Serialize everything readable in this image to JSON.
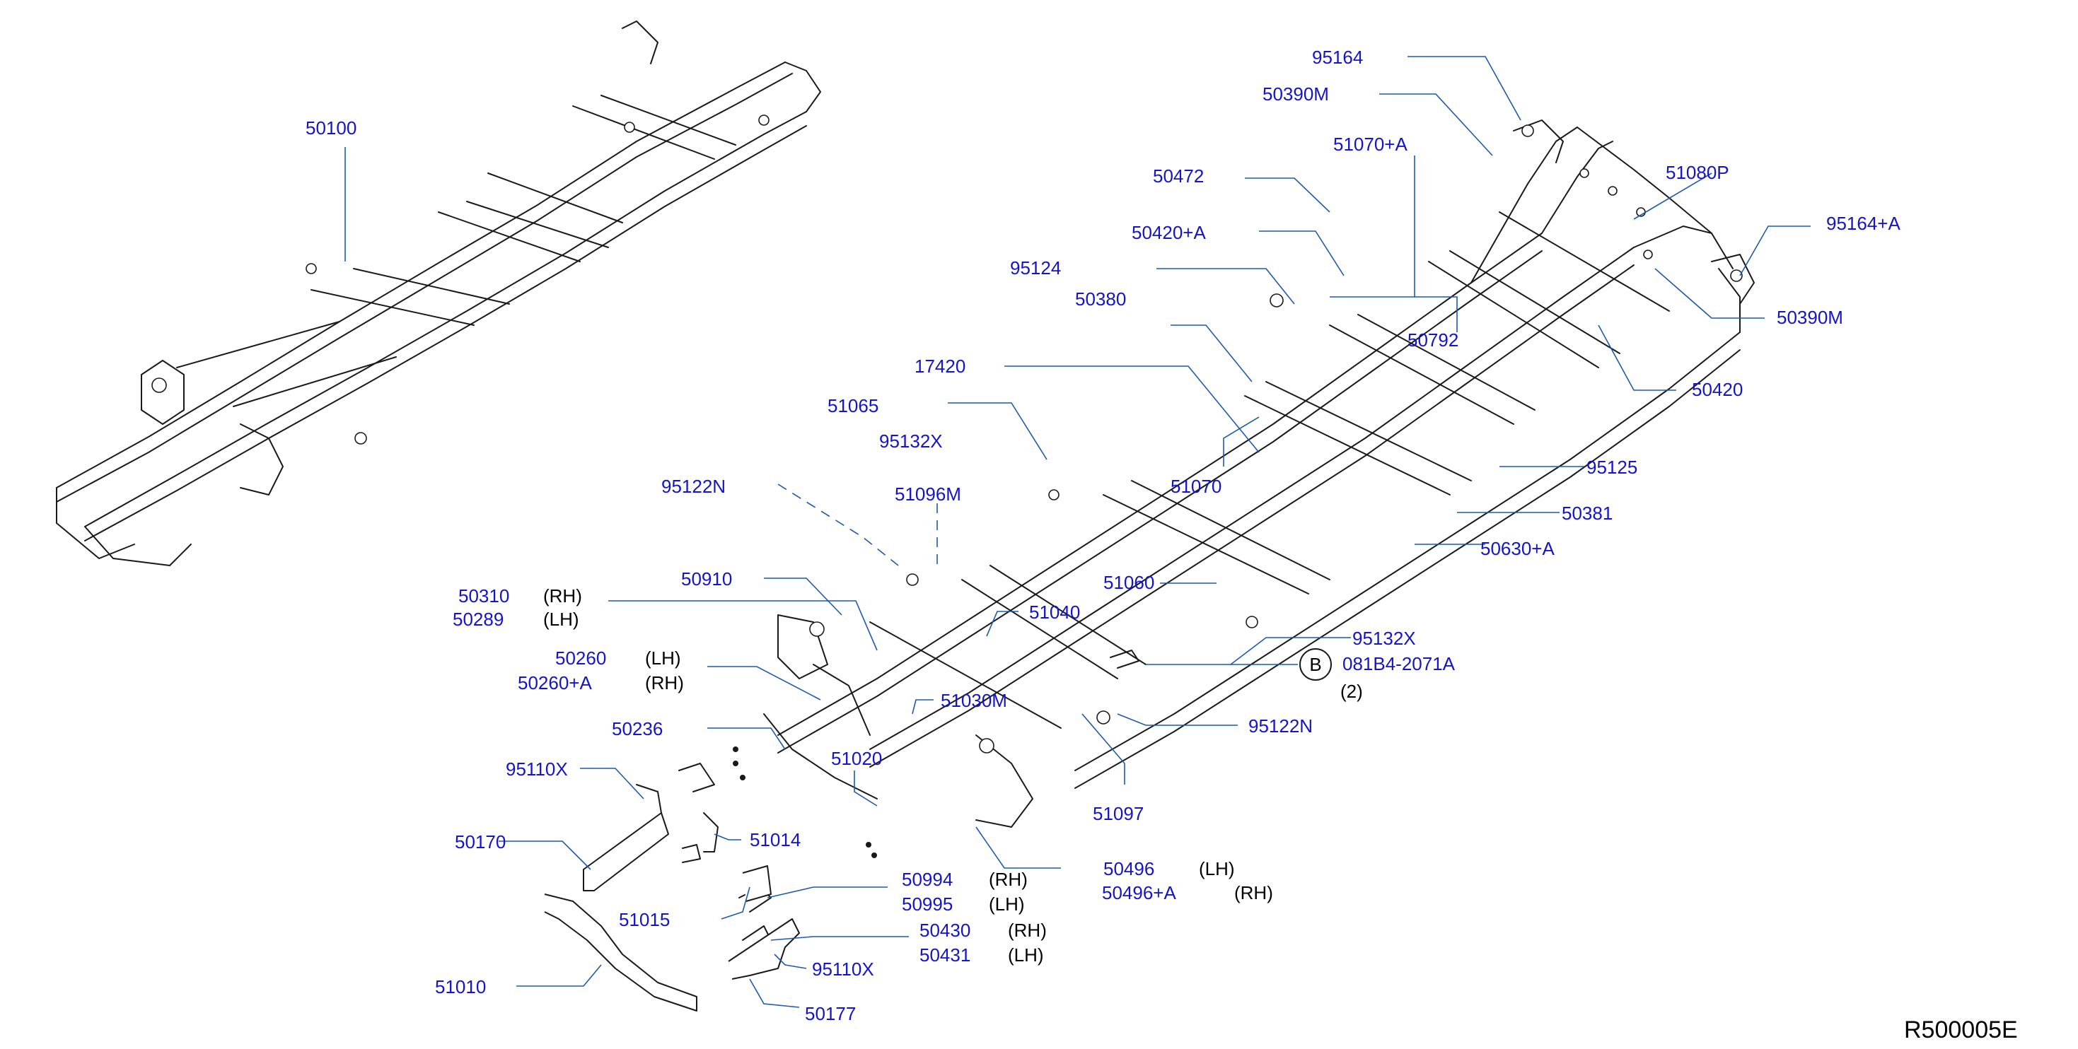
{
  "diagram": {
    "reference_code": "R500005E",
    "labels": {
      "p50100": "50100",
      "p95164": "95164",
      "p50390m_top": "50390M",
      "p51070a": "51070+A",
      "p51080p": "51080P",
      "p95164a": "95164+A",
      "p50472": "50472",
      "p50420a": "50420+A",
      "p95124": "95124",
      "p50390m_right": "50390M",
      "p50380": "50380",
      "p50792": "50792",
      "p50420": "50420",
      "p17420": "17420",
      "p51065": "51065",
      "p95132x_top": "95132X",
      "p51070": "51070",
      "p95125": "95125",
      "p50381": "50381",
      "p50630a": "50630+A",
      "p95122n_top": "95122N",
      "p51096m": "51096M",
      "p50910": "50910",
      "p51060": "51060",
      "p50310": "50310",
      "p50289": "50289",
      "p51040": "51040",
      "p95132x_mid": "95132X",
      "p50260": "50260",
      "p50260a": "50260+A",
      "p081b4": "081B4-2071A",
      "p_qty": "(2)",
      "p51030m": "51030M",
      "p50236": "50236",
      "p95122n_bot": "95122N",
      "p51020": "51020",
      "p95110x_top": "95110X",
      "p51097": "51097",
      "p51014": "51014",
      "p50170": "50170",
      "p50496": "50496",
      "p50496a": "50496+A",
      "p50994": "50994",
      "p50995": "50995",
      "p51015": "51015",
      "p50430": "50430",
      "p50431": "50431",
      "p95110x_bot": "95110X",
      "p51010": "51010",
      "p50177": "50177"
    },
    "sides": {
      "rh": "(RH)",
      "lh": "(LH)"
    },
    "callout_letter": "B"
  }
}
